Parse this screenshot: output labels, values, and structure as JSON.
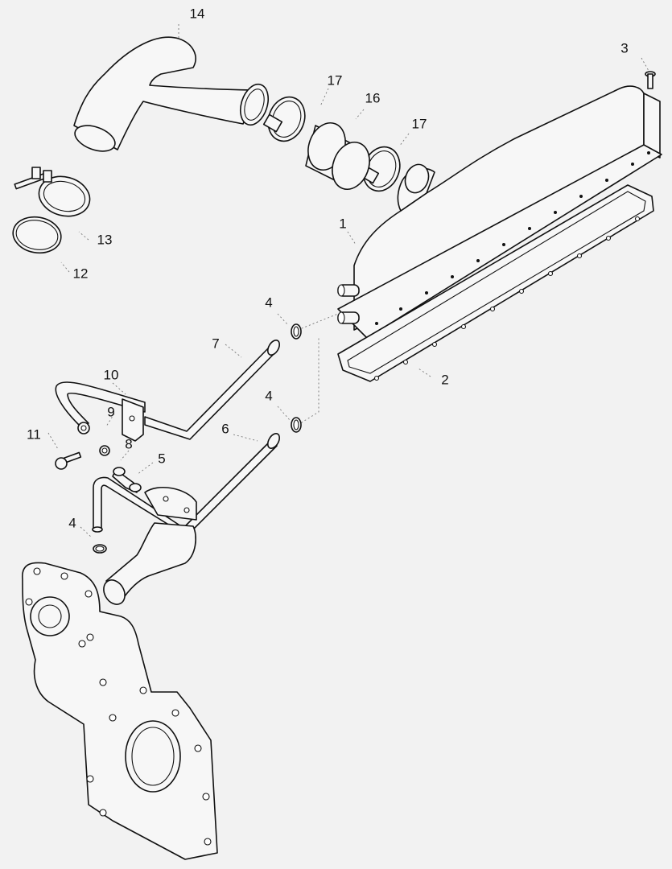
{
  "callouts": {
    "c1": "1",
    "c2": "2",
    "c3": "3",
    "c4a": "4",
    "c4b": "4",
    "c4c": "4",
    "c5": "5",
    "c6": "6",
    "c7": "7",
    "c8": "8",
    "c9": "9",
    "c10": "10",
    "c11": "11",
    "c12": "12",
    "c13": "13",
    "c14": "14",
    "c16": "16",
    "c17a": "17",
    "c17b": "17"
  }
}
